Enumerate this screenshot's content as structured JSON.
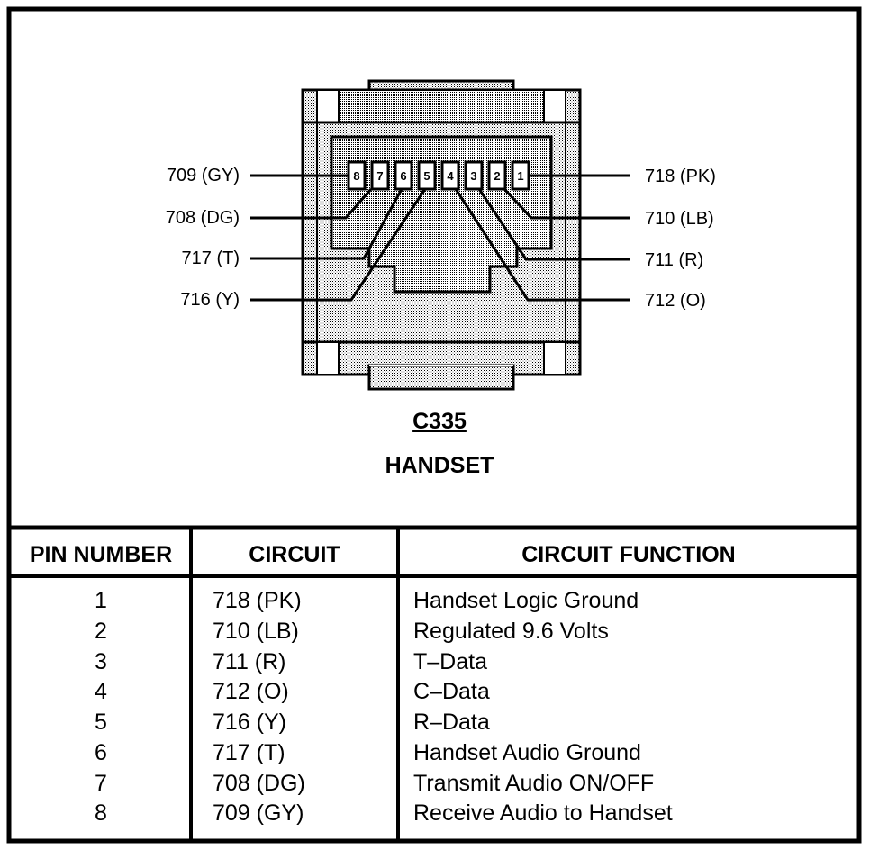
{
  "connector": {
    "code": "C335",
    "name": "HANDSET",
    "pin_numbers": [
      "8",
      "7",
      "6",
      "5",
      "4",
      "3",
      "2",
      "1"
    ],
    "left_labels": [
      "709 (GY)",
      "708 (DG)",
      "717 (T)",
      "716 (Y)"
    ],
    "right_labels": [
      "718 (PK)",
      "710 (LB)",
      "711 (R)",
      "712 (O)"
    ]
  },
  "table": {
    "headers": [
      "PIN NUMBER",
      "CIRCUIT",
      "CIRCUIT FUNCTION"
    ],
    "rows": [
      {
        "pin": "1",
        "circuit": "718 (PK)",
        "function": "Handset Logic Ground"
      },
      {
        "pin": "2",
        "circuit": "710 (LB)",
        "function": "Regulated 9.6 Volts"
      },
      {
        "pin": "3",
        "circuit": "711 (R)",
        "function": "T–Data"
      },
      {
        "pin": "4",
        "circuit": "712 (O)",
        "function": "C–Data"
      },
      {
        "pin": "5",
        "circuit": "716 (Y)",
        "function": "R–Data"
      },
      {
        "pin": "6",
        "circuit": "717 (T)",
        "function": "Handset Audio Ground"
      },
      {
        "pin": "7",
        "circuit": "708 (DG)",
        "function": "Transmit Audio ON/OFF"
      },
      {
        "pin": "8",
        "circuit": "709 (GY)",
        "function": "Receive Audio to Handset"
      }
    ]
  }
}
